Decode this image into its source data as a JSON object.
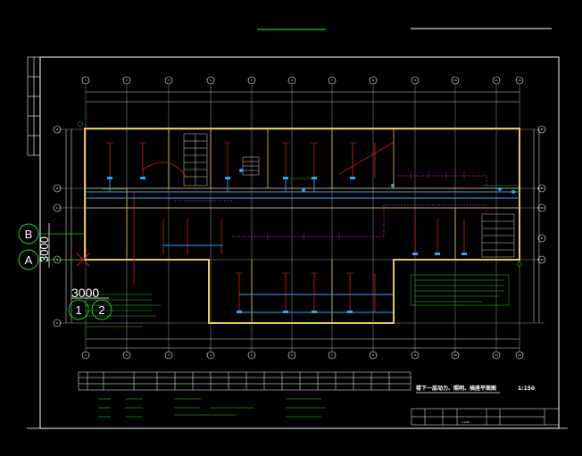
{
  "drawing": {
    "title": "楼下一层动力、照明、插座平面图",
    "scale": "1:150",
    "titleblock_scale": "1:150"
  },
  "axis_labels": {
    "top_columns": [
      "1",
      "2",
      "3",
      "4",
      "5",
      "6",
      "7",
      "8",
      "9",
      "10",
      "11",
      "12"
    ],
    "bottom_columns": [
      "1",
      "2",
      "3",
      "4",
      "5",
      "6",
      "7",
      "8",
      "9",
      "10",
      "11",
      "12"
    ],
    "left_rows": [
      "E",
      "D",
      "C",
      "B",
      "A"
    ],
    "right_rows": [
      "E",
      "D",
      "C",
      "B",
      "A"
    ]
  },
  "overlay": {
    "row_b": "B",
    "row_a": "A",
    "dim_vertical": "3000",
    "dim_horizontal": "3000",
    "col_1": "1",
    "col_2": "2"
  },
  "colors": {
    "background": "#000000",
    "wall": "#e6c85a",
    "grid_line": "#cfcfcf",
    "power": "#e01818",
    "lighting": "#2aa7ff",
    "socket": "#c020c0",
    "note": "#20d020",
    "frame": "#ffffff"
  }
}
